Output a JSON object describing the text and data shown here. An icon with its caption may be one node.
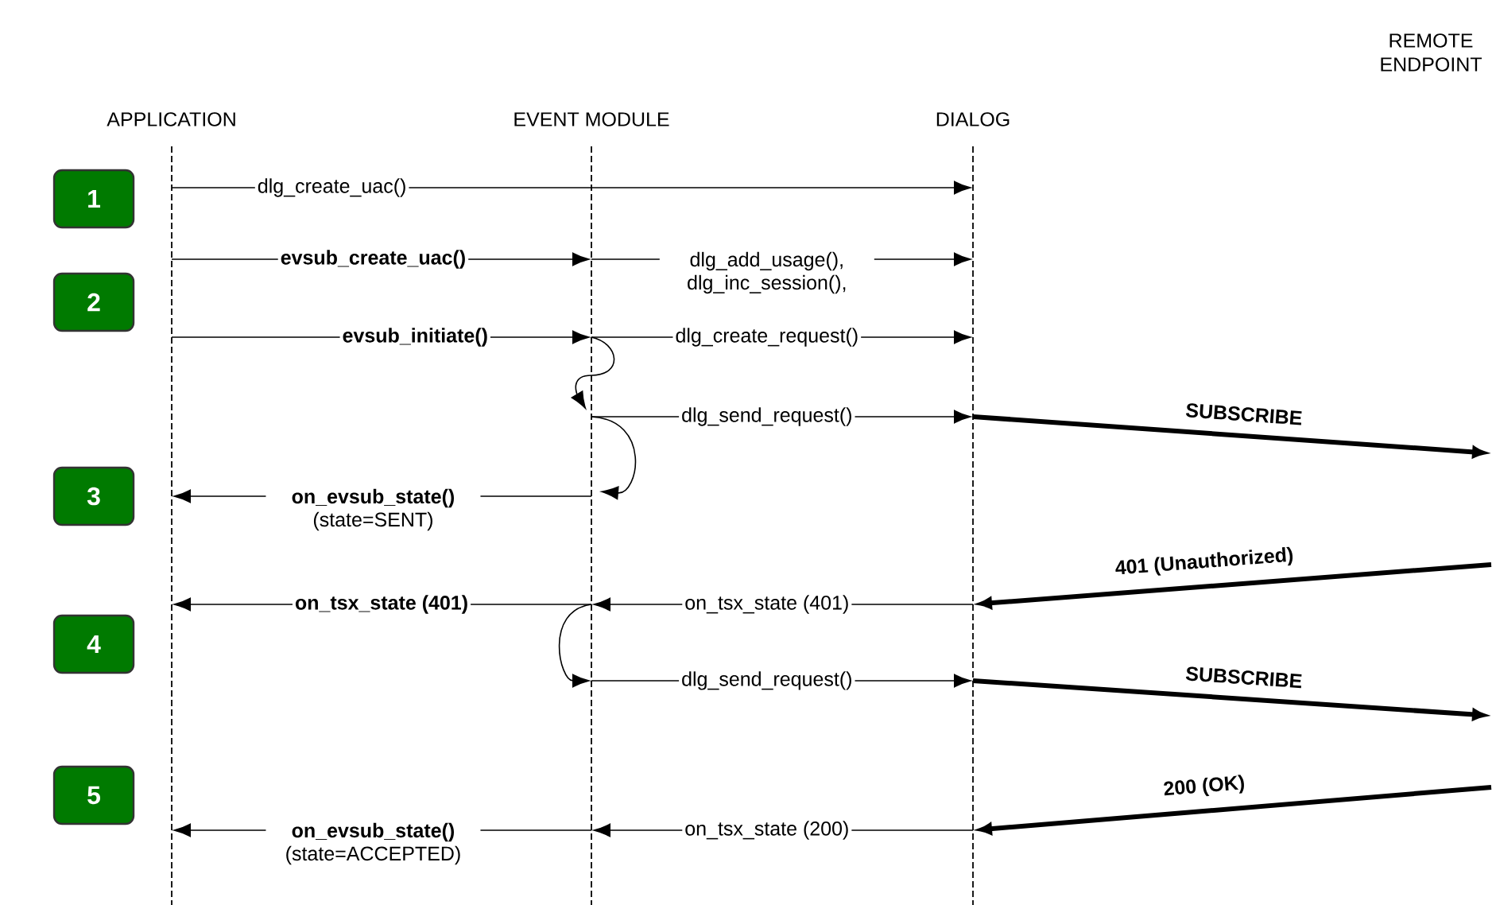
{
  "diagram": {
    "nodes": [
      {
        "text": [
          "APPLICATION"
        ]
      },
      {
        "text": [
          "EVENT MODULE"
        ]
      },
      {
        "text": [
          "DIALOG"
        ]
      },
      {
        "text": [
          "REMOTE ENDPOINT"
        ]
      },
      {
        "text": [],
        "shape": "line"
      },
      {
        "text": [],
        "shape": "line"
      },
      {
        "text": [],
        "shape": "line"
      },
      {
        "text": [
          "1"
        ]
      },
      {
        "text": [
          "2"
        ]
      },
      {
        "text": [
          "3"
        ]
      },
      {
        "text": [
          "4"
        ]
      },
      {
        "text": [
          "5"
        ]
      }
    ],
    "edges": [
      {
        "from": 4,
        "to": 6,
        "arrow": "to",
        "label": "dlg_create_uac()"
      },
      {
        "from": 4,
        "to": 5,
        "arrow": "to",
        "label": "evsub_create_uac()"
      },
      {
        "from": 5,
        "to": 6,
        "arrow": "to",
        "label": "dlg_add_usage(), dlg_inc_session(),"
      },
      {
        "from": 4,
        "to": 5,
        "arrow": "to",
        "label": "evsub_initiate()"
      },
      {
        "from": 5,
        "to": 6,
        "arrow": "to",
        "label": "dlg_create_request()"
      },
      {
        "from": 5,
        "to": 5,
        "arrow": "to"
      },
      {
        "from": 5,
        "to": 6,
        "arrow": "to",
        "label": "dlg_send_request()"
      },
      {
        "from": 6,
        "to": null,
        "arrow": "to",
        "label": "SUBSCRIBE",
        "style": "thick"
      },
      {
        "from": 5,
        "to": 5,
        "arrow": "to"
      },
      {
        "from": 5,
        "to": 4,
        "arrow": "to",
        "label": "**on_evsub_state()** (state=SENT)"
      },
      {
        "from": null,
        "to": 6,
        "arrow": "to",
        "label": "401 (Unauthorized)",
        "style": "thick"
      },
      {
        "from": 6,
        "to": 5,
        "arrow": "to",
        "label": "on_tsx_state (401)"
      },
      {
        "from": 5,
        "to": 4,
        "arrow": "to",
        "label": "on_tsx_state (401)"
      },
      {
        "from": 5,
        "to": 5,
        "arrow": "to"
      },
      {
        "from": 5,
        "to": 6,
        "arrow": "to",
        "label": "dlg_send_request()"
      },
      {
        "from": 6,
        "to": null,
        "arrow": "to",
        "label": "SUBSCRIBE",
        "style": "thick"
      },
      {
        "from": null,
        "to": 6,
        "arrow": "to",
        "label": "200 (OK)",
        "style": "thick"
      },
      {
        "from": 6,
        "to": 5,
        "arrow": "to",
        "label": "on_tsx_state (200)"
      },
      {
        "from": 5,
        "to": 4,
        "arrow": "to",
        "label": "**on_evsub_state()** (state=ACCEPTED)"
      }
    ]
  }
}
